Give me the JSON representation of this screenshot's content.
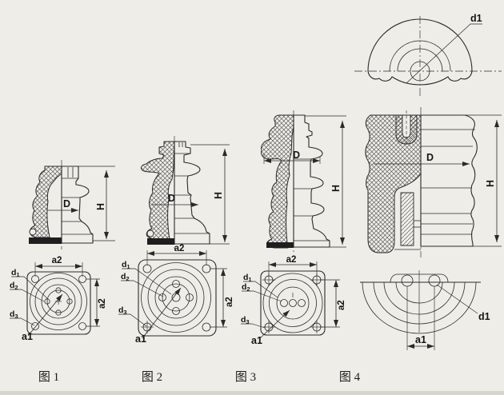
{
  "page": {
    "background": "#efede8",
    "line_color": "#2a2a2a",
    "bottom_edge_color": "#d8d5cf",
    "description": "Four technical drawings of post insulators with half-section side views and plan views"
  },
  "figures": [
    {
      "caption": "图 1",
      "labels": {
        "D": "D",
        "H": "H",
        "a2_top": "a2",
        "a2_right": "a2",
        "d1": "d1",
        "d2": "d2",
        "d3": "d3",
        "a1": "a1"
      }
    },
    {
      "caption": "图 2",
      "labels": {
        "D": "D",
        "H": "H",
        "a2_top": "a2",
        "a2_right": "a2",
        "d1": "d1",
        "d2": "d2",
        "d3": "d3",
        "a1": "a1"
      }
    },
    {
      "caption": "图 3",
      "labels": {
        "D": "D",
        "H": "H",
        "a2_top": "a2",
        "a2_right": "a2",
        "d1": "d1",
        "d2": "d2",
        "d3": "d3",
        "a1": "a1"
      }
    },
    {
      "caption": "图 4",
      "labels": {
        "D": "D",
        "H": "H",
        "d1_top": "d1",
        "d1_bottom": "d1",
        "a1": "a1"
      }
    }
  ]
}
